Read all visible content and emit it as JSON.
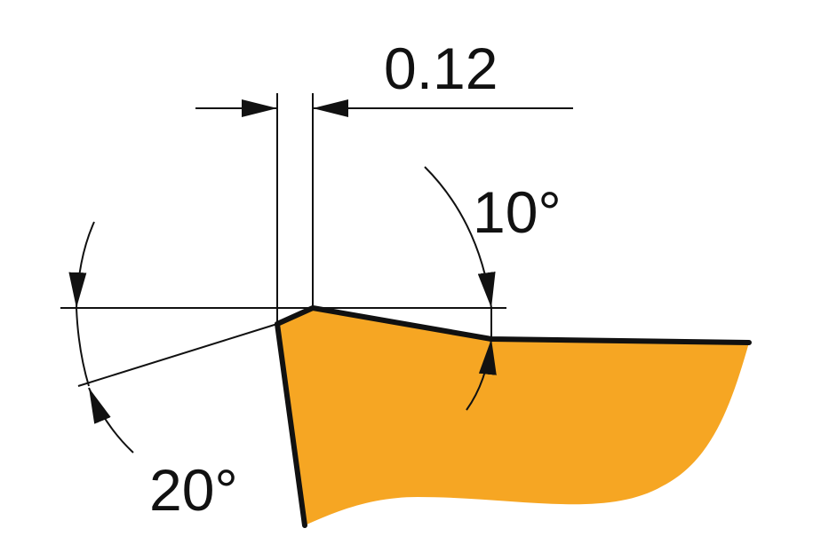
{
  "colors": {
    "insert_fill": "#F6A623",
    "line": "#111111",
    "background": "#FFFFFF"
  },
  "dimensions": {
    "land_width": {
      "value_label": "0.12",
      "type": "linear"
    },
    "rake_angle": {
      "value_label": "10°",
      "type": "angle",
      "degrees": 10
    },
    "clearance_angle": {
      "value_label": "20°",
      "type": "angle",
      "degrees": 20
    }
  }
}
